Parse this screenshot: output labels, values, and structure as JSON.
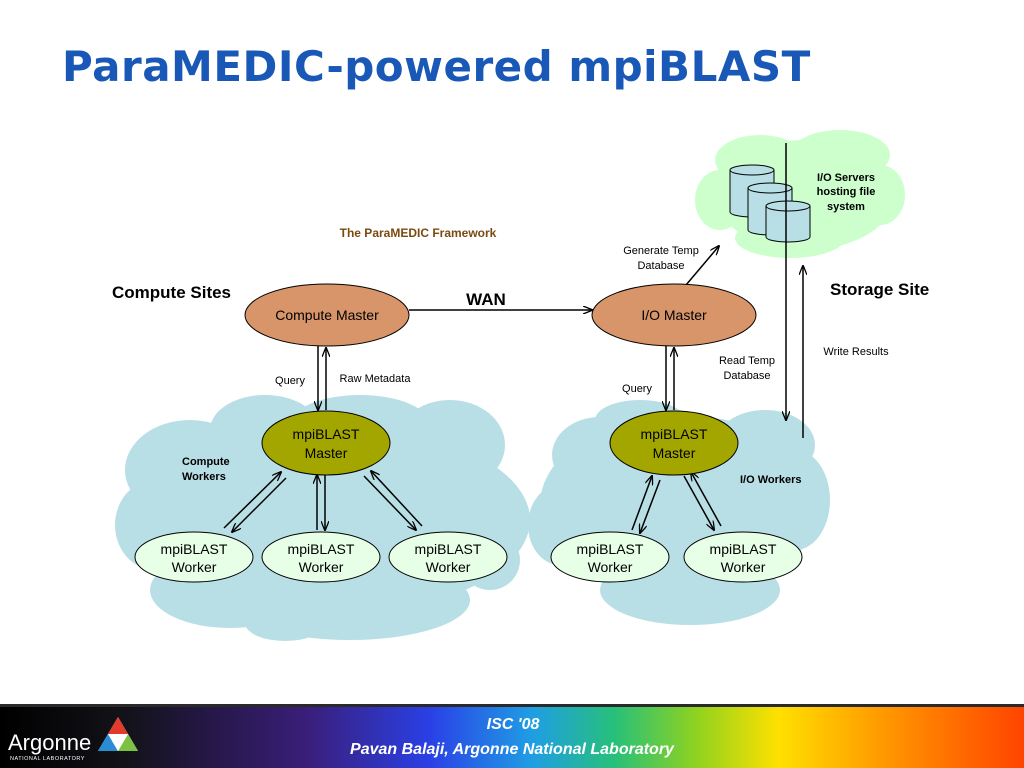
{
  "slide": {
    "title": "ParaMEDIC-powered mpiBLAST"
  },
  "diagram": {
    "caption": "The ParaMEDIC Framework",
    "compute_sites": "Compute Sites",
    "storage_site": "Storage Site",
    "wan": "WAN",
    "compute_master": "Compute Master",
    "io_master": "I/O Master",
    "mpiblast_master_line1": "mpiBLAST",
    "mpiblast_master_line2": "Master",
    "worker_line1": "mpiBLAST",
    "worker_line2": "Worker",
    "compute_workers_line1": "Compute",
    "compute_workers_line2": "Workers",
    "io_workers": "I/O Workers",
    "io_servers_line1": "I/O Servers",
    "io_servers_line2": "hosting file",
    "io_servers_line3": "system",
    "query_left": "Query",
    "raw_metadata": "Raw Metadata",
    "query_right": "Query",
    "generate_temp_line1": "Generate Temp",
    "generate_temp_line2": "Database",
    "read_temp_line1": "Read Temp",
    "read_temp_line2": "Database",
    "write_results": "Write Results",
    "colors": {
      "cloud": "#b8dfe5",
      "storage_cloud": "#ccffcc",
      "master_orange": "#d9956a",
      "mpiblast_master": "#a4a600",
      "worker": "#e6ffe6",
      "caption": "#7a4a10",
      "title": "#1a58b8"
    }
  },
  "footer": {
    "event": "ISC '08",
    "author": "Pavan Balaji, Argonne National Laboratory",
    "logo_name": "Argonne",
    "logo_sub": "NATIONAL LABORATORY"
  }
}
